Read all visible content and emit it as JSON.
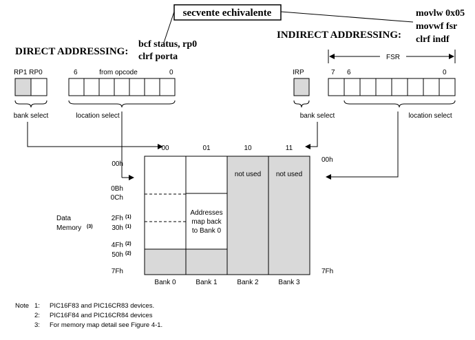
{
  "annotations": {
    "boxed_title": "secvente echivalente",
    "direct_heading": "DIRECT ADDRESSING:",
    "direct_code": [
      "bcf status, rp0",
      "clrf porta"
    ],
    "indirect_heading": "INDIRECT ADDRESSING:",
    "indirect_code": [
      "movlw 0x05",
      "movwf fsr",
      "clrf indf"
    ]
  },
  "direct": {
    "rp1_rp0_label": "RP1 RP0",
    "opcode_bit_high": "6",
    "from_opcode_label": "from opcode",
    "opcode_bit_low": "0",
    "bank_select_label": "bank select",
    "location_select_label": "location select"
  },
  "indirect": {
    "fsr_label": "FSR",
    "irp_label": "IRP",
    "bit_7": "7",
    "bit_6": "6",
    "bit_0": "0",
    "bank_select_label": "bank select",
    "location_select_label": "location select"
  },
  "memory_map": {
    "bank_codes": [
      "00",
      "01",
      "10",
      "11"
    ],
    "left_addresses": [
      "00h",
      "0Bh",
      "0Ch",
      "2Fh",
      "30h",
      "4Fh",
      "50h",
      "7Fh"
    ],
    "footnote_marks": [
      "(1)",
      "(1)",
      "(2)",
      "(2)"
    ],
    "right_address_top": "00h",
    "right_address_bottom": "7Fh",
    "data_memory_label": [
      "Data",
      "Memory"
    ],
    "data_memory_mark": "(3)",
    "not_used_label": "not used",
    "bank1_note": [
      "Addresses",
      "map back",
      "to Bank 0"
    ],
    "bank_names": [
      "Bank 0",
      "Bank 1",
      "Bank 2",
      "Bank 3"
    ]
  },
  "notes": {
    "prefix": "Note",
    "items": [
      {
        "num": "1:",
        "text": "PIC16F83 and PIC16CR83 devices."
      },
      {
        "num": "2:",
        "text": "PIC16F84 and PIC16CR84 devices"
      },
      {
        "num": "3:",
        "text": "For memory map detail see Figure 4-1."
      }
    ]
  },
  "colors": {
    "line": "#000000",
    "gray_fill": "#d9d9d9",
    "white": "#ffffff"
  }
}
